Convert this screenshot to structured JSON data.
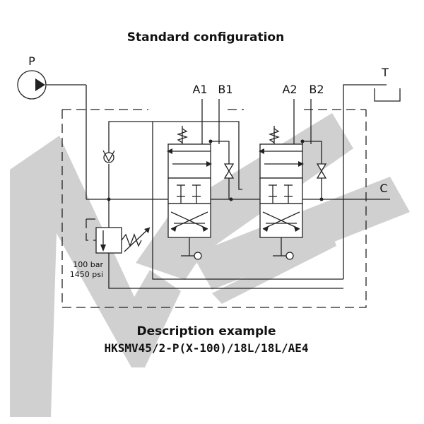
{
  "title": "Standard configuration",
  "ports": {
    "pump": "P",
    "tank": "T",
    "a1": "A1",
    "b1": "B1",
    "a2": "A2",
    "b2": "B2",
    "carry_over": "C"
  },
  "relief_valve": {
    "pressure_bar": "100 bar",
    "pressure_psi": "1450 psi"
  },
  "description_heading": "Description example",
  "description_code": "HKSMV45/2-P(X-100)/18L/18L/AE4",
  "colors": {
    "watermark": "#c8c8c8",
    "line": "#222222"
  }
}
